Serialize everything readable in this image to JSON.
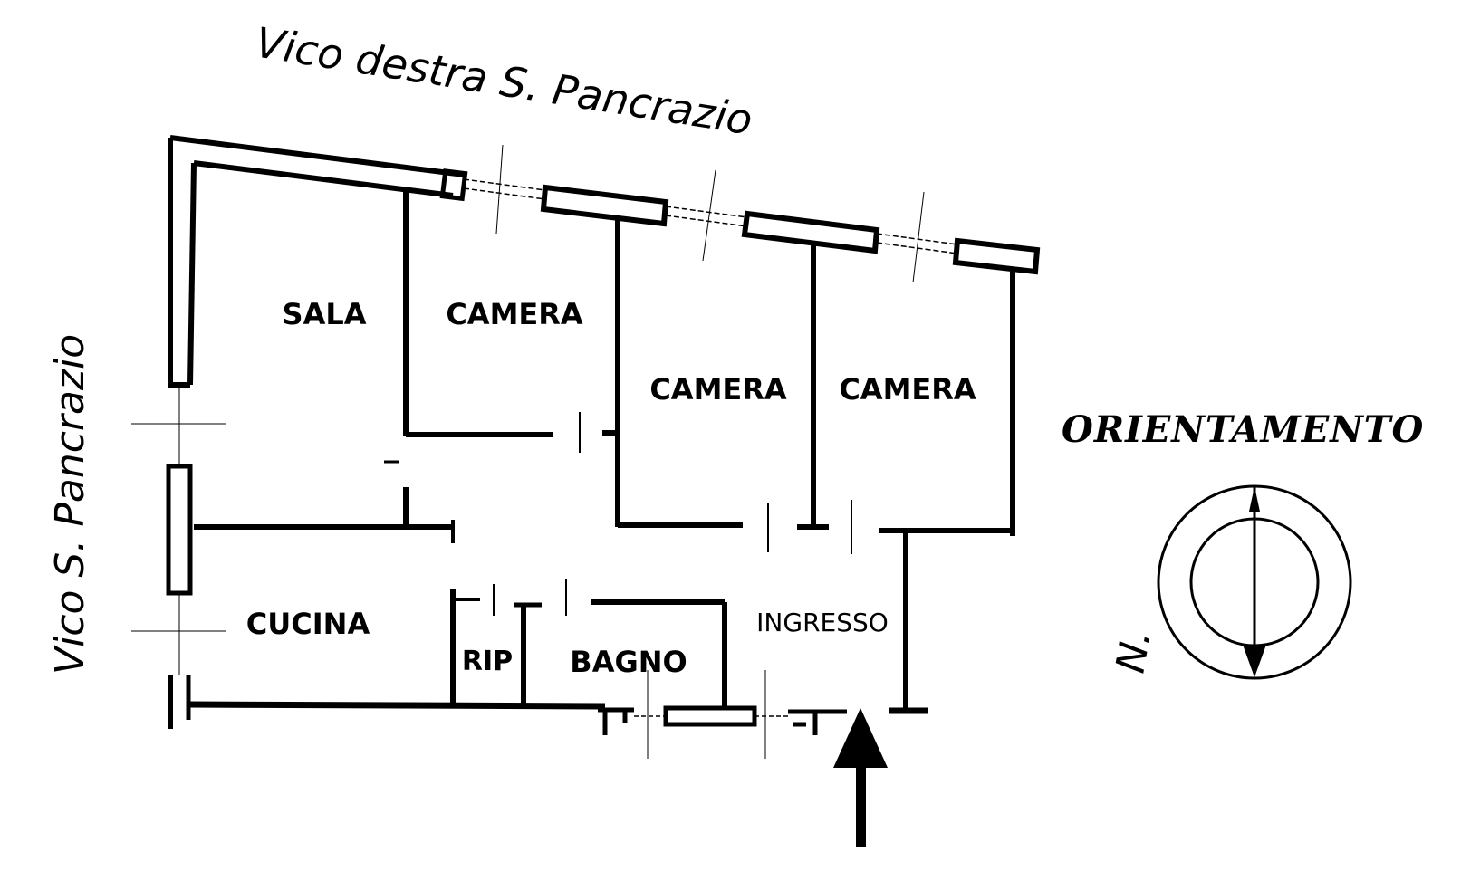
{
  "streets": {
    "top": "Vico destra S. Pancrazio",
    "left": "Vico S. Pancrazio"
  },
  "rooms": {
    "sala": "SALA",
    "camera_1": "CAMERA",
    "camera_2": "CAMERA",
    "camera_3": "CAMERA",
    "cucina": "CUCINA",
    "rip": "RIP",
    "bagno": "BAGNO",
    "ingresso": "INGRESSO"
  },
  "orientation": {
    "title": "ORIENTAMENTO",
    "north_label": "N."
  },
  "colors": {
    "ink": "#000000",
    "paper": "#ffffff"
  }
}
